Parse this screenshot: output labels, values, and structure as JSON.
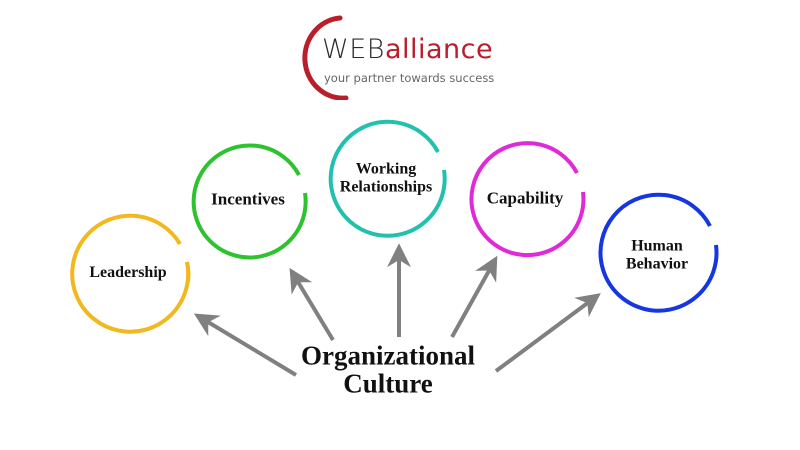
{
  "logo": {
    "brand_part1": "WEB",
    "brand_part2": "alliance",
    "tagline": "your partner towards success",
    "colors": {
      "brand_red": "#b81f2a",
      "brand_dark": "#2b2b2b"
    }
  },
  "diagram": {
    "center": {
      "line1": "Organizational",
      "line2": "Culture"
    },
    "nodes": [
      {
        "label": "Leadership",
        "color": "#f2b81f"
      },
      {
        "label": "Incentives",
        "color": "#2fc22f"
      },
      {
        "label_line1": "Working",
        "label_line2": "Relationships",
        "color": "#22c1ae"
      },
      {
        "label": "Capability",
        "color": "#e02ad8"
      },
      {
        "label_line1": "Human",
        "label_line2": "Behavior",
        "color": "#1536e0"
      }
    ],
    "arrow_color": "#808080"
  }
}
